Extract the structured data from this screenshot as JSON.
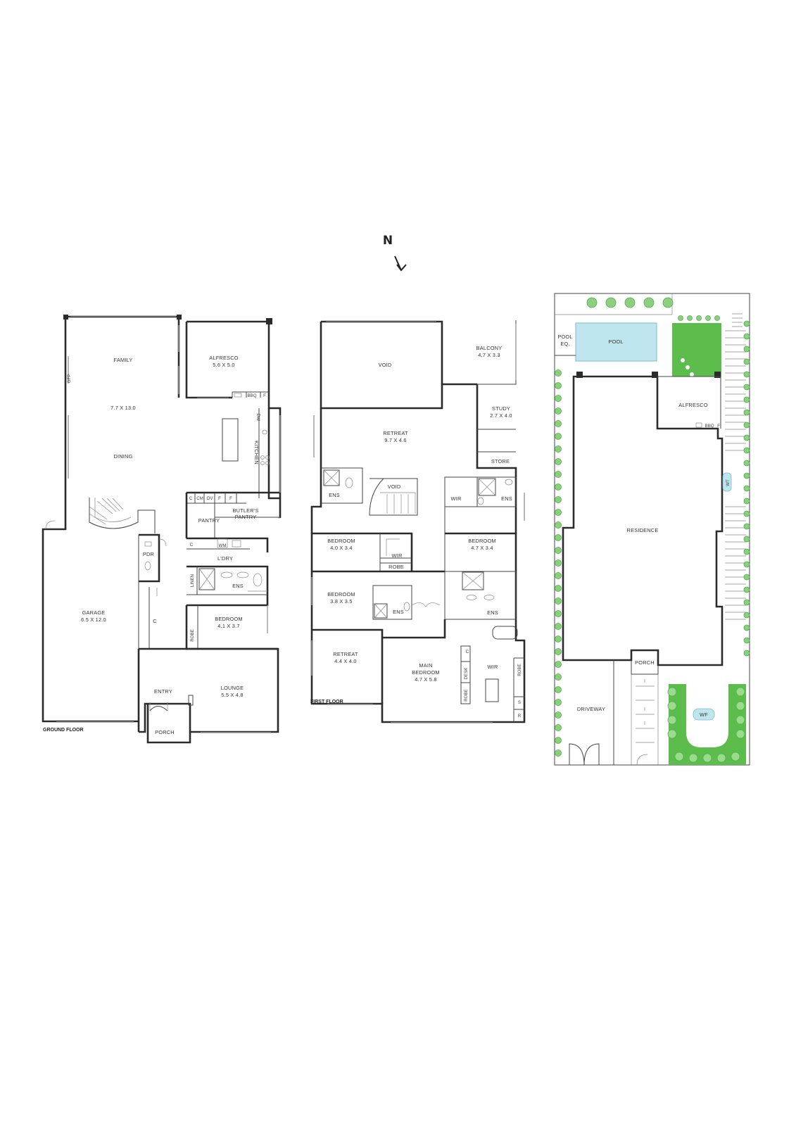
{
  "compass": {
    "label": "N"
  },
  "ground_floor": {
    "title": "GROUND FLOOR",
    "rooms": {
      "family": "FAMILY",
      "family_dim": "7.7 X 13.0",
      "dining": "DINING",
      "alfresco": "ALFRESCO",
      "alfresco_dim": "5.6 X 5.0",
      "bbq": "BBQ",
      "f": "F",
      "gfp": "GFP",
      "kitchen": "KITCHEN",
      "dw": "DW",
      "c": "C",
      "cm": "CM",
      "ov": "OV",
      "pantry": "PANTRY",
      "butlers_pantry": "BUTLER'S",
      "butlers_pantry2": "PANTRY",
      "pdr": "PDR",
      "laundry": "L'DRY",
      "wm": "WM",
      "linen": "LINEN",
      "ens": "ENS",
      "garage": "GARAGE",
      "garage_dim": "6.5 X 12.0",
      "bedroom": "BEDROOM",
      "bedroom_dim": "4.1 X 3.7",
      "robe": "ROBE",
      "entry": "ENTRY",
      "lounge": "LOUNGE",
      "lounge_dim": "5.5 X 4.8",
      "porch": "PORCH"
    }
  },
  "first_floor": {
    "title": "FIRST FLOOR",
    "rooms": {
      "void": "VOID",
      "balcony": "BALCONY",
      "balcony_dim": "4.7 X 3.3",
      "study": "STUDY",
      "study_dim": "2.7 X 4.0",
      "retreat": "RETREAT",
      "retreat_dim": "9.7 X 4.6",
      "store": "STORE",
      "ens": "ENS",
      "wir": "WIR",
      "robe": "ROBE",
      "bedroom": "BEDROOM",
      "bed1_dim": "4.0 X 3.4",
      "bed2_dim": "4.7 X 3.4",
      "bed3_dim": "3.8 X 3.5",
      "retreat2_dim": "4.4 X 4.0",
      "main": "MAIN",
      "main_dim": "4.7 X 5.8",
      "desk": "DESK",
      "c": "C",
      "s": "S",
      "r": "R"
    }
  },
  "site": {
    "rooms": {
      "pool": "POOL",
      "pool_eq1": "POOL",
      "pool_eq2": "EQ.",
      "alfresco": "ALFRESCO",
      "bbq": "BBQ",
      "f": "F",
      "residence": "RESIDENCE",
      "wt": "WT",
      "porch": "PORCH",
      "driveway": "DRIVEWAY",
      "wf": "WF"
    }
  },
  "colors": {
    "wall": "#2b2b2b",
    "pool": "#bfe6ee",
    "lawn": "#5cbd4c",
    "tree": "#8cd07d"
  }
}
